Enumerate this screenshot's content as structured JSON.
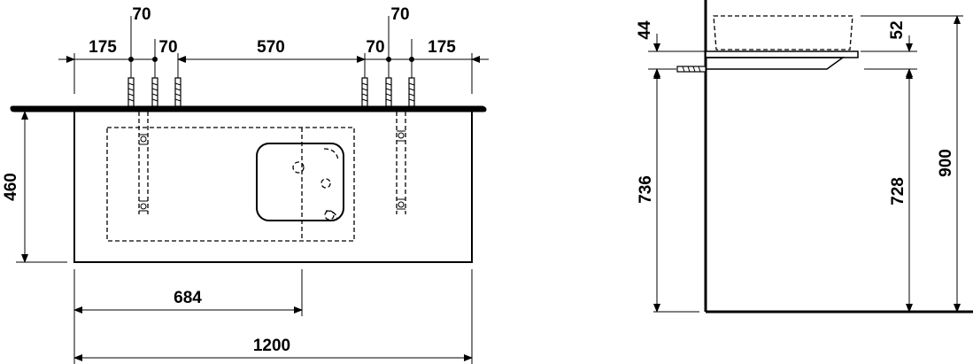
{
  "front_view": {
    "dims": {
      "top_70_left": "70",
      "top_70_right": "70",
      "d175_left": "175",
      "d70_left": "70",
      "d570": "570",
      "d70_right": "70",
      "d175_right": "175",
      "height_460": "460",
      "width_684": "684",
      "width_1200": "1200"
    }
  },
  "side_view": {
    "dims": {
      "d44": "44",
      "d52": "52",
      "d736": "736",
      "d728": "728",
      "d900": "900"
    }
  }
}
